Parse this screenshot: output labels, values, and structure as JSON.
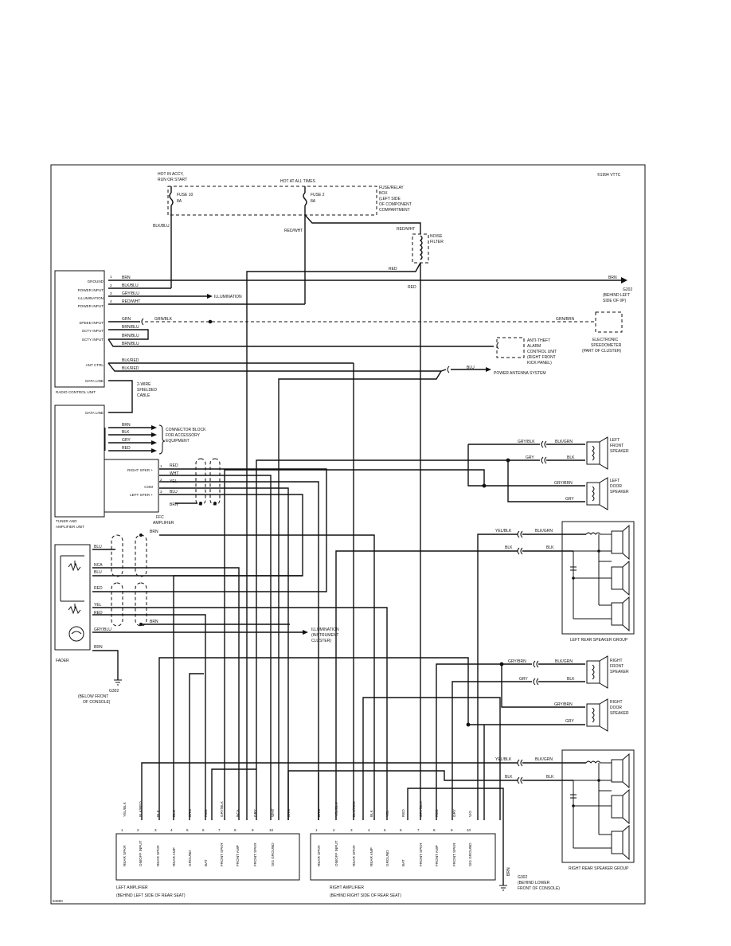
{
  "copyright": "©1994 VTTC",
  "corner_code": "84890",
  "top": {
    "hot_accy": [
      "HOT IN ACCY,",
      "RUN OR START"
    ],
    "hot_all": "HOT AT ALL TIMES",
    "fuse10": [
      "FUSE 10",
      "8A"
    ],
    "fuse2": [
      "FUSE 2",
      "8A"
    ],
    "fuse_box": [
      "FUSE/RELAY",
      "BOX",
      "(LEFT SIDE",
      "OF COMPONENT",
      "COMPARTMENT"
    ],
    "noise_filter": [
      "NOISE",
      "FILTER"
    ]
  },
  "wires": {
    "blk_blu": "BLK/BLU",
    "red_wht_a": "RED/WHT",
    "red_wht_b": "RED/WHT",
    "red_a": "RED",
    "red_b": "RED",
    "brn": "BRN",
    "blk_blu2": "BLK/BLU",
    "gry_blu": "GRY/BLU",
    "red_wht_c": "RED/WHT",
    "grn": "GRN",
    "grn_blk": "GRN/BLK",
    "grn_brn": "GRN/BRN",
    "brn_blu_a": "BRN/BLU",
    "brn_blu_b": "BRN/BLU",
    "brn_blu_c": "BRN/BLU",
    "blk_red_a": "BLK/RED",
    "blk_red_b": "BLK/RED",
    "blu": "BLU"
  },
  "radio": {
    "pins": [
      "GROUND",
      "POWER INPUT",
      "ILLUMINATION",
      "POWER INPUT",
      "SPEED INPUT",
      "SCTY INPUT",
      "SCTY INPUT",
      "ANT CTRL",
      "DATA LINE"
    ],
    "pin_nums": [
      "1",
      "2",
      "3",
      "4"
    ],
    "label": "RADIO CONTROL UNIT",
    "illumination": "ILLUMINATION",
    "g202": [
      "G202",
      "(BEHIND LEFT",
      "SIDE OF I/P)"
    ],
    "speedo": [
      "ELECTRONIC",
      "SPEEDOMETER",
      "(PART OF CLUSTER)"
    ],
    "anti_theft": [
      "ANTI-THEFT",
      "ALARM",
      "CONTROL UNIT",
      "(RIGHT FRONT",
      "KICK PANEL)"
    ],
    "power_antenna": "POWER ANTENNA SYSTEM",
    "shielded_cable": [
      "2-WIRE",
      "SHIELDED",
      "CABLE"
    ]
  },
  "tuner": {
    "data_line": "DATA LINE",
    "connector_block": [
      "CONNECTOR BLOCK",
      "FOR ACCESSORY",
      "EQUIPMENT"
    ],
    "acc_wires": [
      "BRN",
      "BLK",
      "GRY",
      "RED"
    ],
    "ffc_pins": [
      "RIGHT SPKR +",
      "COM",
      "LEFT SPKR +"
    ],
    "ffc_nums": [
      "1",
      "2",
      "3"
    ],
    "ffc_wires": [
      "RED",
      "WHT",
      "YEL",
      "BLU",
      "BRN"
    ],
    "ffc_label": [
      "FFC",
      "AMPLIFIER"
    ],
    "label": [
      "TUNER AND",
      "AMPLIFIER UNIT"
    ]
  },
  "fader": {
    "wires": [
      "BRN",
      "BLU",
      "NCA",
      "BLU",
      "RED",
      "YEL",
      "RED",
      "BRN",
      "GRY/BLU",
      "BRN"
    ],
    "label": "FADER",
    "illum": [
      "ILLUMINATION",
      "(INSTRUMENT",
      "CLUSTER)"
    ],
    "g302": [
      "G302",
      "(BELOW FRONT",
      "OF CONSOLE)"
    ]
  },
  "speakers": {
    "left_front_wires": [
      "GRY/BLK",
      "BLK/GRN",
      "GRY",
      "BLK"
    ],
    "left_front": [
      "LEFT",
      "FRONT",
      "SPEAKER"
    ],
    "left_door_wires": [
      "GRY/BRN",
      "GRY"
    ],
    "left_door": [
      "LEFT",
      "DOOR",
      "SPEAKER"
    ],
    "left_rear_wires": [
      "YEL/BLK",
      "BLK/GRN",
      "BLK",
      "BLK"
    ],
    "left_rear": "LEFT REAR SPEAKER GROUP",
    "right_front_wires": [
      "GRY/BRN",
      "BLK/GRN",
      "GRY",
      "BLK"
    ],
    "right_front": [
      "RIGHT",
      "FRONT",
      "SPEAKER"
    ],
    "right_door_wires": [
      "GRY/BRN",
      "GRY"
    ],
    "right_door": [
      "RIGHT",
      "DOOR",
      "SPEAKER"
    ],
    "right_rear_wires": [
      "YEL/BLK",
      "BLK/GRN",
      "BLK",
      "BLK"
    ],
    "right_rear": "RIGHT REAR SPEAKER GROUP"
  },
  "left_amp": {
    "colors": [
      "YEL/BLK",
      "BLK/RED",
      "BLK",
      "BLU",
      "BRN",
      "RED",
      "GRY/BLK",
      "NCA",
      "GRY",
      "WHT",
      "BRN"
    ],
    "pins": [
      "1",
      "2",
      "3",
      "4",
      "5",
      "6",
      "7",
      "8",
      "9",
      "10"
    ],
    "functions": [
      "REAR SPKR",
      "ON/OFF INPUT",
      "REAR SPKR",
      "REAR AMP",
      "GROUND",
      "BAT",
      "FRONT SPKR",
      "FRONT AMP",
      "FRONT SPKR",
      "SIG GROUND"
    ],
    "label": [
      "LEFT AMPLIFIER",
      "(BEHIND LEFT SIDE OF REAR SEAT)"
    ]
  },
  "right_amp": {
    "colors": [
      "BRN",
      "YEL/BLK",
      "BLK/RED",
      "BLK",
      "YEL",
      "RED",
      "GRY/BLK",
      "RED",
      "GRY",
      "VIO"
    ],
    "pins": [
      "1",
      "2",
      "3",
      "4",
      "5",
      "6",
      "7",
      "8",
      "9",
      "10"
    ],
    "functions": [
      "REAR SPKR",
      "ON/OFF INPUT",
      "REAR SPKR",
      "REAR AMP",
      "GROUND",
      "BAT",
      "FRONT SPKR",
      "FRONT AMP",
      "FRONT SPKR",
      "SIG GROUND"
    ],
    "label": [
      "RIGHT AMPLIFIER",
      "(BEHIND RIGHT SIDE OF REAR SEAT)"
    ],
    "brn": "BRN",
    "g302": [
      "G302",
      "(BEHIND LOWER",
      "FRONT OF CONSOLE)"
    ]
  }
}
